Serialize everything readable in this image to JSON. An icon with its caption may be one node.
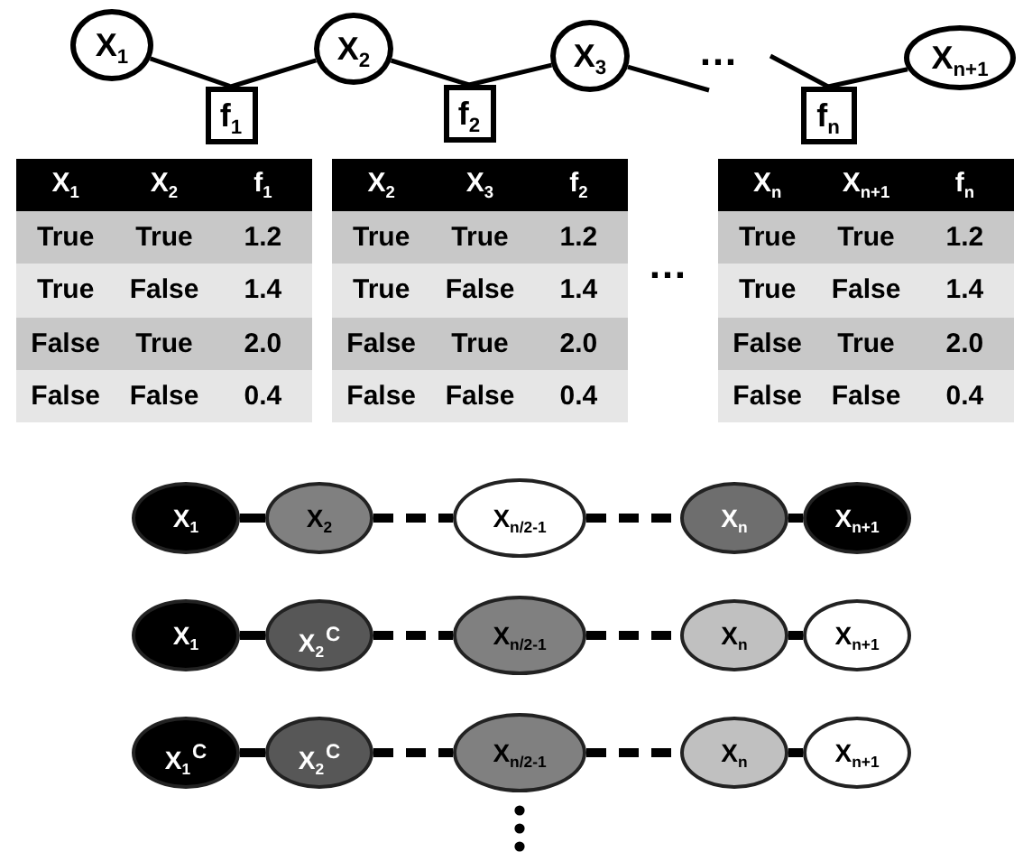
{
  "diagram": {
    "nodes": [
      {
        "text": [
          "X$_{1}$"
        ]
      },
      {
        "text": [
          "X$_{2}$"
        ]
      },
      {
        "text": [
          "X$_{3}$"
        ]
      },
      {
        "text": [
          "X$_{n+1}$"
        ]
      },
      {
        "text": [
          "f$_{1}$"
        ]
      },
      {
        "text": [
          "f$_{2}$"
        ]
      },
      {
        "text": [
          "f$_{n}$"
        ]
      },
      {
        "text": [
          "X$_{1}$"
        ]
      },
      {
        "text": [
          "X$_{2}$"
        ]
      },
      {
        "text": [
          "X$_{n/2-1}$"
        ]
      },
      {
        "text": [
          "X$_{n}$"
        ]
      },
      {
        "text": [
          "X$_{n+1}$"
        ]
      },
      {
        "text": [
          "X$_{1}$"
        ]
      },
      {
        "text": [
          "X$_{2}$$^{C}$"
        ]
      },
      {
        "text": [
          "X$_{n/2-1}$"
        ]
      },
      {
        "text": [
          "X$_{n}$"
        ]
      },
      {
        "text": [
          "X$_{n+1}$"
        ]
      },
      {
        "text": [
          "X$_{1}$$^{C}$"
        ]
      },
      {
        "text": [
          "X$_{2}$$^{C}$"
        ]
      },
      {
        "text": [
          "X$_{n/2-1}$"
        ]
      },
      {
        "text": [
          "X$_{n}$"
        ]
      },
      {
        "text": [
          "X$_{n+1}$"
        ]
      }
    ],
    "edges": [
      {
        "from": 0,
        "to": 4,
        "arrow": "none"
      },
      {
        "from": 4,
        "to": 1,
        "arrow": "none"
      },
      {
        "from": 1,
        "to": 5,
        "arrow": "none"
      },
      {
        "from": 5,
        "to": 2,
        "arrow": "none"
      },
      {
        "from": 2,
        "to": null,
        "arrow": "none"
      },
      {
        "from": null,
        "to": 6,
        "arrow": "none"
      },
      {
        "from": 6,
        "to": 3,
        "arrow": "none"
      },
      {
        "from": 7,
        "to": 8,
        "arrow": "none"
      },
      {
        "from": 8,
        "to": 9,
        "arrow": "none",
        "style": "dashed"
      },
      {
        "from": 9,
        "to": 10,
        "arrow": "none",
        "style": "dashed"
      },
      {
        "from": 10,
        "to": 11,
        "arrow": "none"
      },
      {
        "from": 12,
        "to": 13,
        "arrow": "none"
      },
      {
        "from": 13,
        "to": 14,
        "arrow": "none",
        "style": "dashed"
      },
      {
        "from": 14,
        "to": 15,
        "arrow": "none",
        "style": "dashed"
      },
      {
        "from": 15,
        "to": 16,
        "arrow": "none"
      },
      {
        "from": 17,
        "to": 18,
        "arrow": "none"
      },
      {
        "from": 18,
        "to": 19,
        "arrow": "none",
        "style": "dashed"
      },
      {
        "from": 19,
        "to": 20,
        "arrow": "none",
        "style": "dashed"
      },
      {
        "from": 20,
        "to": 21,
        "arrow": "none"
      }
    ],
    "labels": [
      "…",
      "X$_{1}$",
      "X$_{2}$",
      "f$_{1}$",
      "True",
      "True",
      "1.2",
      "True",
      "False",
      "1.4",
      "False",
      "True",
      "2.0",
      "False",
      "False",
      "0.4",
      "X$_{2}$",
      "X$_{3}$",
      "f$_{2}$",
      "True",
      "True",
      "1.2",
      "True",
      "False",
      "1.4",
      "False",
      "True",
      "2.0",
      "False",
      "False",
      "0.4",
      "…",
      "X$_{n}$",
      "X$_{n+1}$",
      "f$_{n}$",
      "True",
      "True",
      "1.2",
      "True",
      "False",
      "1.4",
      "False",
      "True",
      "2.0",
      "False",
      "False",
      "0.4"
    ]
  }
}
